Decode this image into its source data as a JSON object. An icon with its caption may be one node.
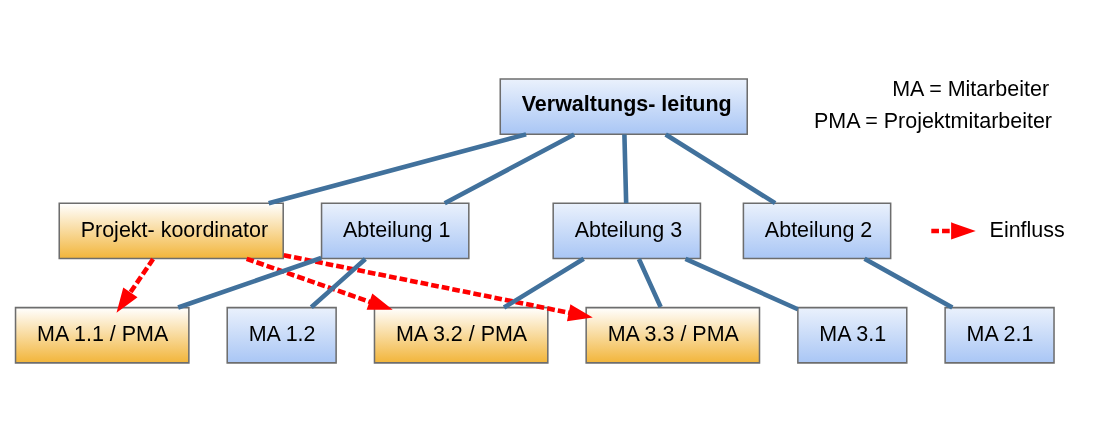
{
  "diagram": {
    "nodes": [
      {
        "text": [
          "Verwaltungs- leitung"
        ]
      },
      {
        "text": [
          "Projekt- koordinator"
        ]
      },
      {
        "text": [
          "Abteilung 1"
        ]
      },
      {
        "text": [
          "Abteilung 2"
        ]
      },
      {
        "text": [
          "Abteilung 3"
        ]
      },
      {
        "text": [
          "MA 1.1 / PMA"
        ]
      },
      {
        "text": [
          "MA 1.2"
        ]
      },
      {
        "text": [
          "MA 2.1"
        ]
      },
      {
        "text": [
          "MA 3.1"
        ]
      },
      {
        "text": [
          "MA 3.2 / PMA"
        ]
      },
      {
        "text": [
          "MA 3.3 / PMA"
        ]
      }
    ],
    "edges": [
      {
        "from": 0,
        "to": 1,
        "arrow": "none"
      },
      {
        "from": 0,
        "to": 2,
        "arrow": "none"
      },
      {
        "from": 0,
        "to": 3,
        "arrow": "none"
      },
      {
        "from": 0,
        "to": 4,
        "arrow": "none"
      },
      {
        "from": 2,
        "to": 5,
        "arrow": "none"
      },
      {
        "from": 2,
        "to": 6,
        "arrow": "none"
      },
      {
        "from": 3,
        "to": 7,
        "arrow": "none"
      },
      {
        "from": 4,
        "to": 8,
        "arrow": "none"
      },
      {
        "from": 4,
        "to": 9,
        "arrow": "none"
      },
      {
        "from": 4,
        "to": 10,
        "arrow": "none"
      },
      {
        "from": 1,
        "to": 5,
        "arrow": "to",
        "style": "dashed",
        "color": "#ff0000"
      },
      {
        "from": 1,
        "to": 9,
        "arrow": "to",
        "style": "dashed",
        "color": "#ff0000"
      },
      {
        "from": 1,
        "to": 10,
        "arrow": "to",
        "style": "dashed",
        "color": "#ff0000"
      }
    ],
    "labels": [
      "MA = Mitarbeiter",
      "PMA = Projektmitarbeiter"
    ],
    "legend": [
      {
        "text": "Einfluss"
      }
    ]
  }
}
